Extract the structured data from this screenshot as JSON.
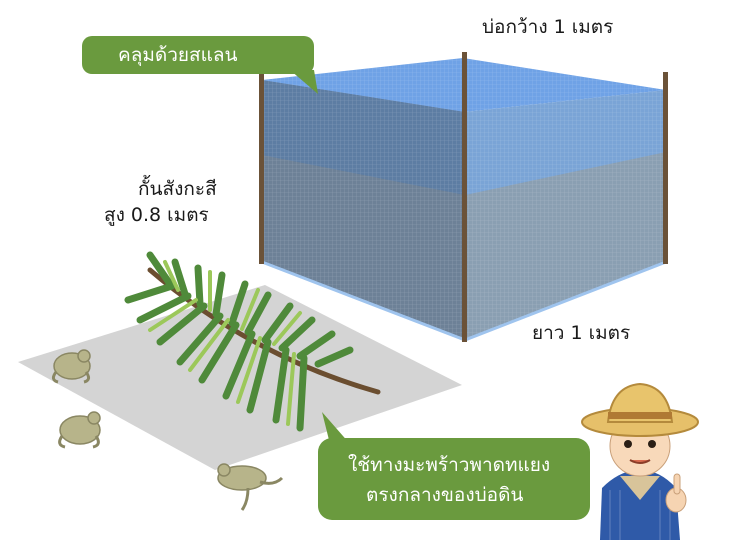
{
  "labels": {
    "pond_width": "บ่อกว้าง 1 เมตร",
    "net_cover": "คลุมด้วยสแลน",
    "fence_line1": "กั้นสังกะสี",
    "fence_line2": "สูง 0.8 เมตร",
    "pond_length": "ยาว 1 เมตร",
    "tip_line1": "ใช้ทางมะพร้าวพาดทแยง",
    "tip_line2": "ตรงกลางของบ่อดิน"
  },
  "colors": {
    "bubble_green": "#6a9a3e",
    "net_blue": "#5b8fd6",
    "zinc_grey": "#8c97a3",
    "post_brown": "#6b5238",
    "ground_grey": "#d4d4d4",
    "leaf_green": "#4f8a3a",
    "frog": "#b7b48a"
  },
  "icons": {
    "frog": "frog-icon",
    "farmer": "farmer-avatar",
    "leaf": "coconut-frond"
  }
}
